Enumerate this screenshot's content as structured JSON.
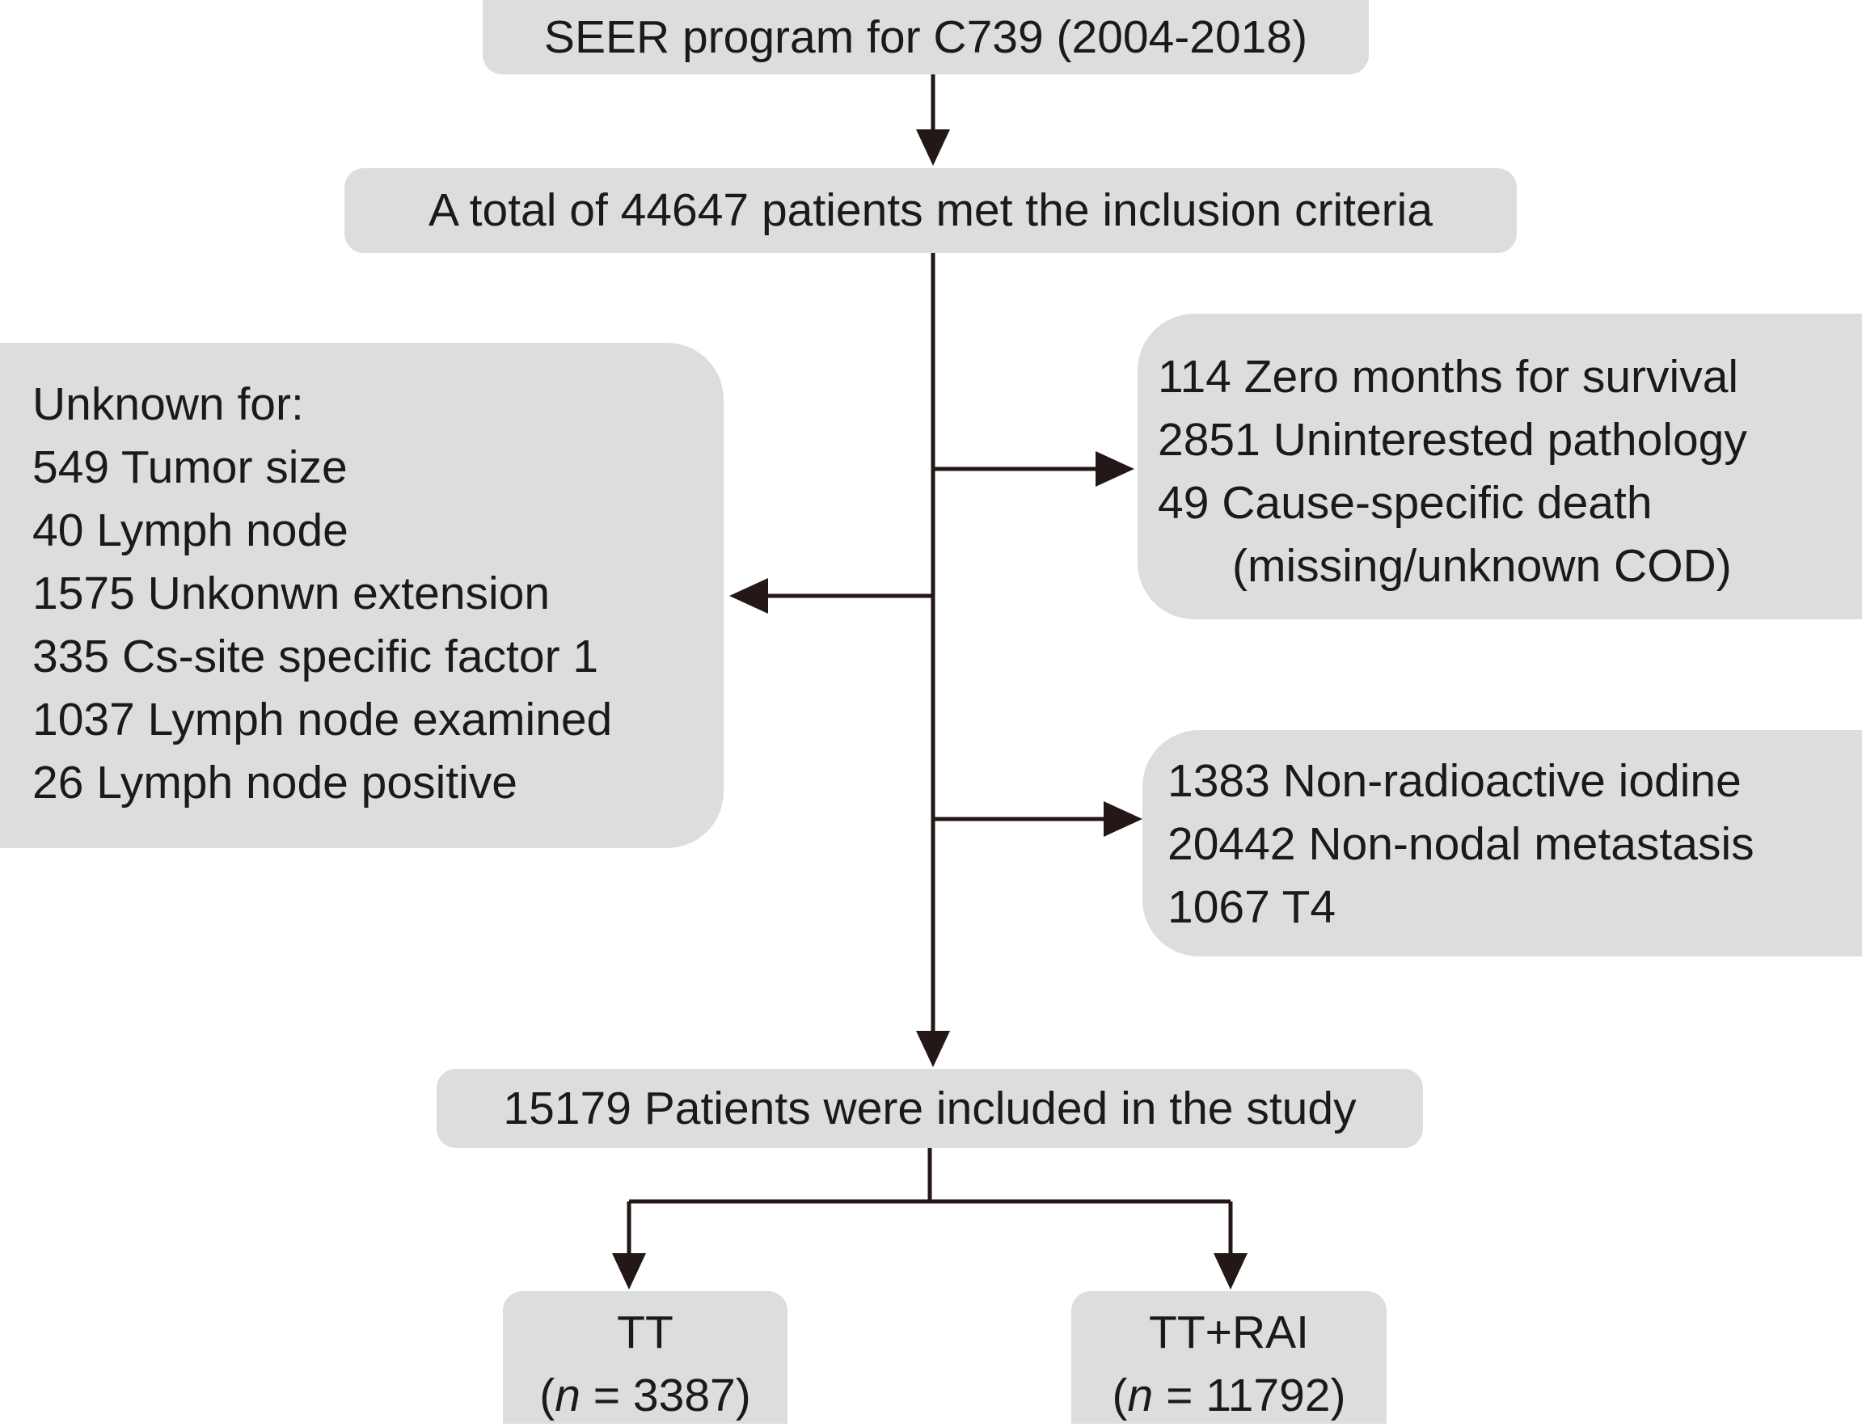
{
  "colors": {
    "box_fill": "#dcdddd",
    "line": "#231815",
    "text": "#1a1a1a"
  },
  "nodes": {
    "source": "SEER program for C739 (2004-2018)",
    "inclusion": "A total of 44647 patients met the inclusion criteria",
    "unknown": {
      "heading": "Unknown for:",
      "items": [
        "549 Tumor size",
        "40 Lymph node",
        "1575 Unkonwn extension",
        "335 Cs-site specific factor 1",
        "1037 Lymph node examined",
        "26 Lymph node positive"
      ]
    },
    "exclusion_1": {
      "items": [
        "114 Zero months for survival",
        "2851 Uninterested pathology",
        "49 Cause-specific death"
      ],
      "continuation": "(missing/unknown COD)"
    },
    "exclusion_2": {
      "items": [
        "1383 Non-radioactive iodine",
        "20442 Non-nodal metastasis",
        "1067 T4"
      ]
    },
    "included": "15179 Patients were included in the study",
    "group_tt": {
      "label": "TT",
      "n_prefix": "(",
      "n_var": "n",
      "n_rest": " = 3387)"
    },
    "group_tt_rai": {
      "label": "TT+RAI",
      "n_prefix": "(",
      "n_var": "n",
      "n_rest": " = 11792)"
    }
  }
}
